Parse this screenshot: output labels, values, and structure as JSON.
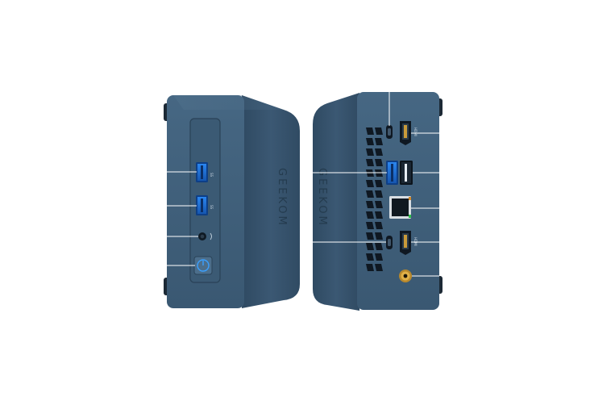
{
  "image": {
    "subject": "mini-pc-front-and-rear-views",
    "brand_mark": "GEEKOM",
    "colors": {
      "background": "#ffffff",
      "chassis": "#3f5f7a",
      "chassis_dark": "#2c4459",
      "chassis_side": "#34506a",
      "usb_blue": "#1f6fd1",
      "callout_line": "#ffffff",
      "accent_orange": "#d58a2a"
    },
    "front_ports": [
      "usb-a-port",
      "usb-a-port",
      "audio-jack",
      "power-button"
    ],
    "rear_ports": [
      "usb-c-port",
      "hdmi-port",
      "usb-a-port-blue",
      "usb-a-port",
      "ethernet-port",
      "usb-c-port",
      "hdmi-port",
      "dc-in-port"
    ]
  }
}
